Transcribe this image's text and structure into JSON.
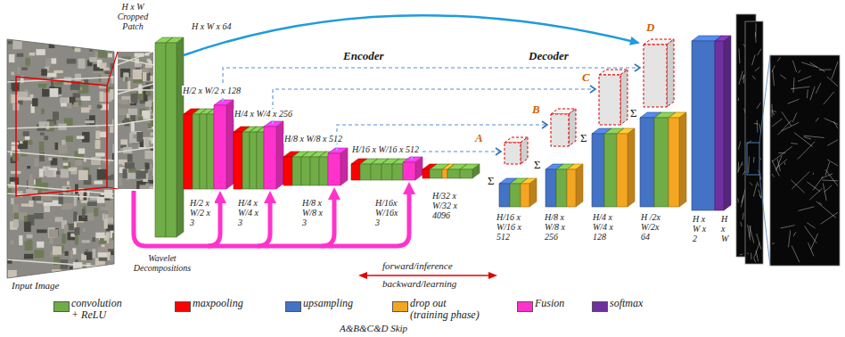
{
  "diagram": {
    "labels": [
      "H x W Cropped Patch",
      "H x W x 64",
      "H/2 x W/2 x 128",
      "Encoder",
      "Decoder",
      "D",
      "H/4 x W/4 x 256",
      "C",
      "H/8 x W/8 x 512",
      "B",
      "H/16 x W/16 x 512",
      "A",
      "Σ",
      "Σ",
      "Σ",
      "Σ",
      "H/2 x W/2 x 3",
      "H/4 x W/4 x 3",
      "H/8 x W/8 x 3",
      "H/16x W/16x 3",
      "H/32 x W/32 x 4096",
      "H/16 x W/16 x 512",
      "H/8 x W/8 x 256",
      "H/4 x W/4 x 128",
      "H /2x W/2x 64",
      "H x W x 2",
      "H x W",
      "Wavelet Decompositions",
      "forward/inference",
      "backward/learning",
      "Input Image",
      "A&B&C&D Skip"
    ],
    "legend": [
      {
        "text": "convolution + ReLU",
        "color": "#70ad47"
      },
      {
        "text": "maxpooling",
        "color": "#ff0000"
      },
      {
        "text": "upsampling",
        "color": "#4472c4"
      },
      {
        "text": "drop out (training phase)",
        "color": "#f4a622"
      },
      {
        "text": "Fusion",
        "color": "#ff33cc"
      },
      {
        "text": "softmax",
        "color": "#7030a0"
      }
    ]
  }
}
